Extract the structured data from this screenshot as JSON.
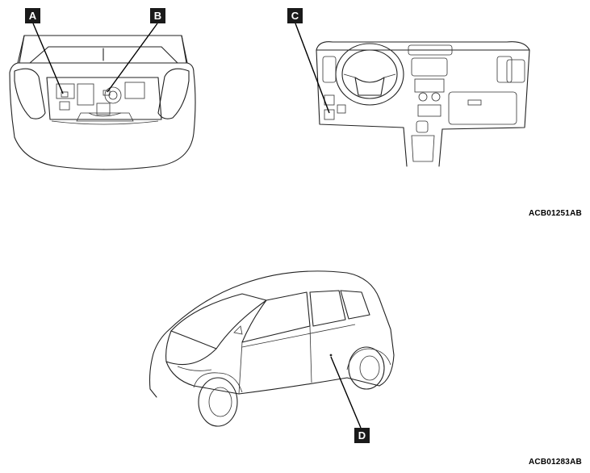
{
  "callouts": {
    "a": "A",
    "b": "B",
    "c": "C",
    "d": "D"
  },
  "figure_refs": {
    "top": "ACB01251AB",
    "bottom": "ACB01283AB"
  },
  "icons": [
    "engine-compartment-illustration",
    "dashboard-illustration",
    "car-exterior-illustration"
  ]
}
